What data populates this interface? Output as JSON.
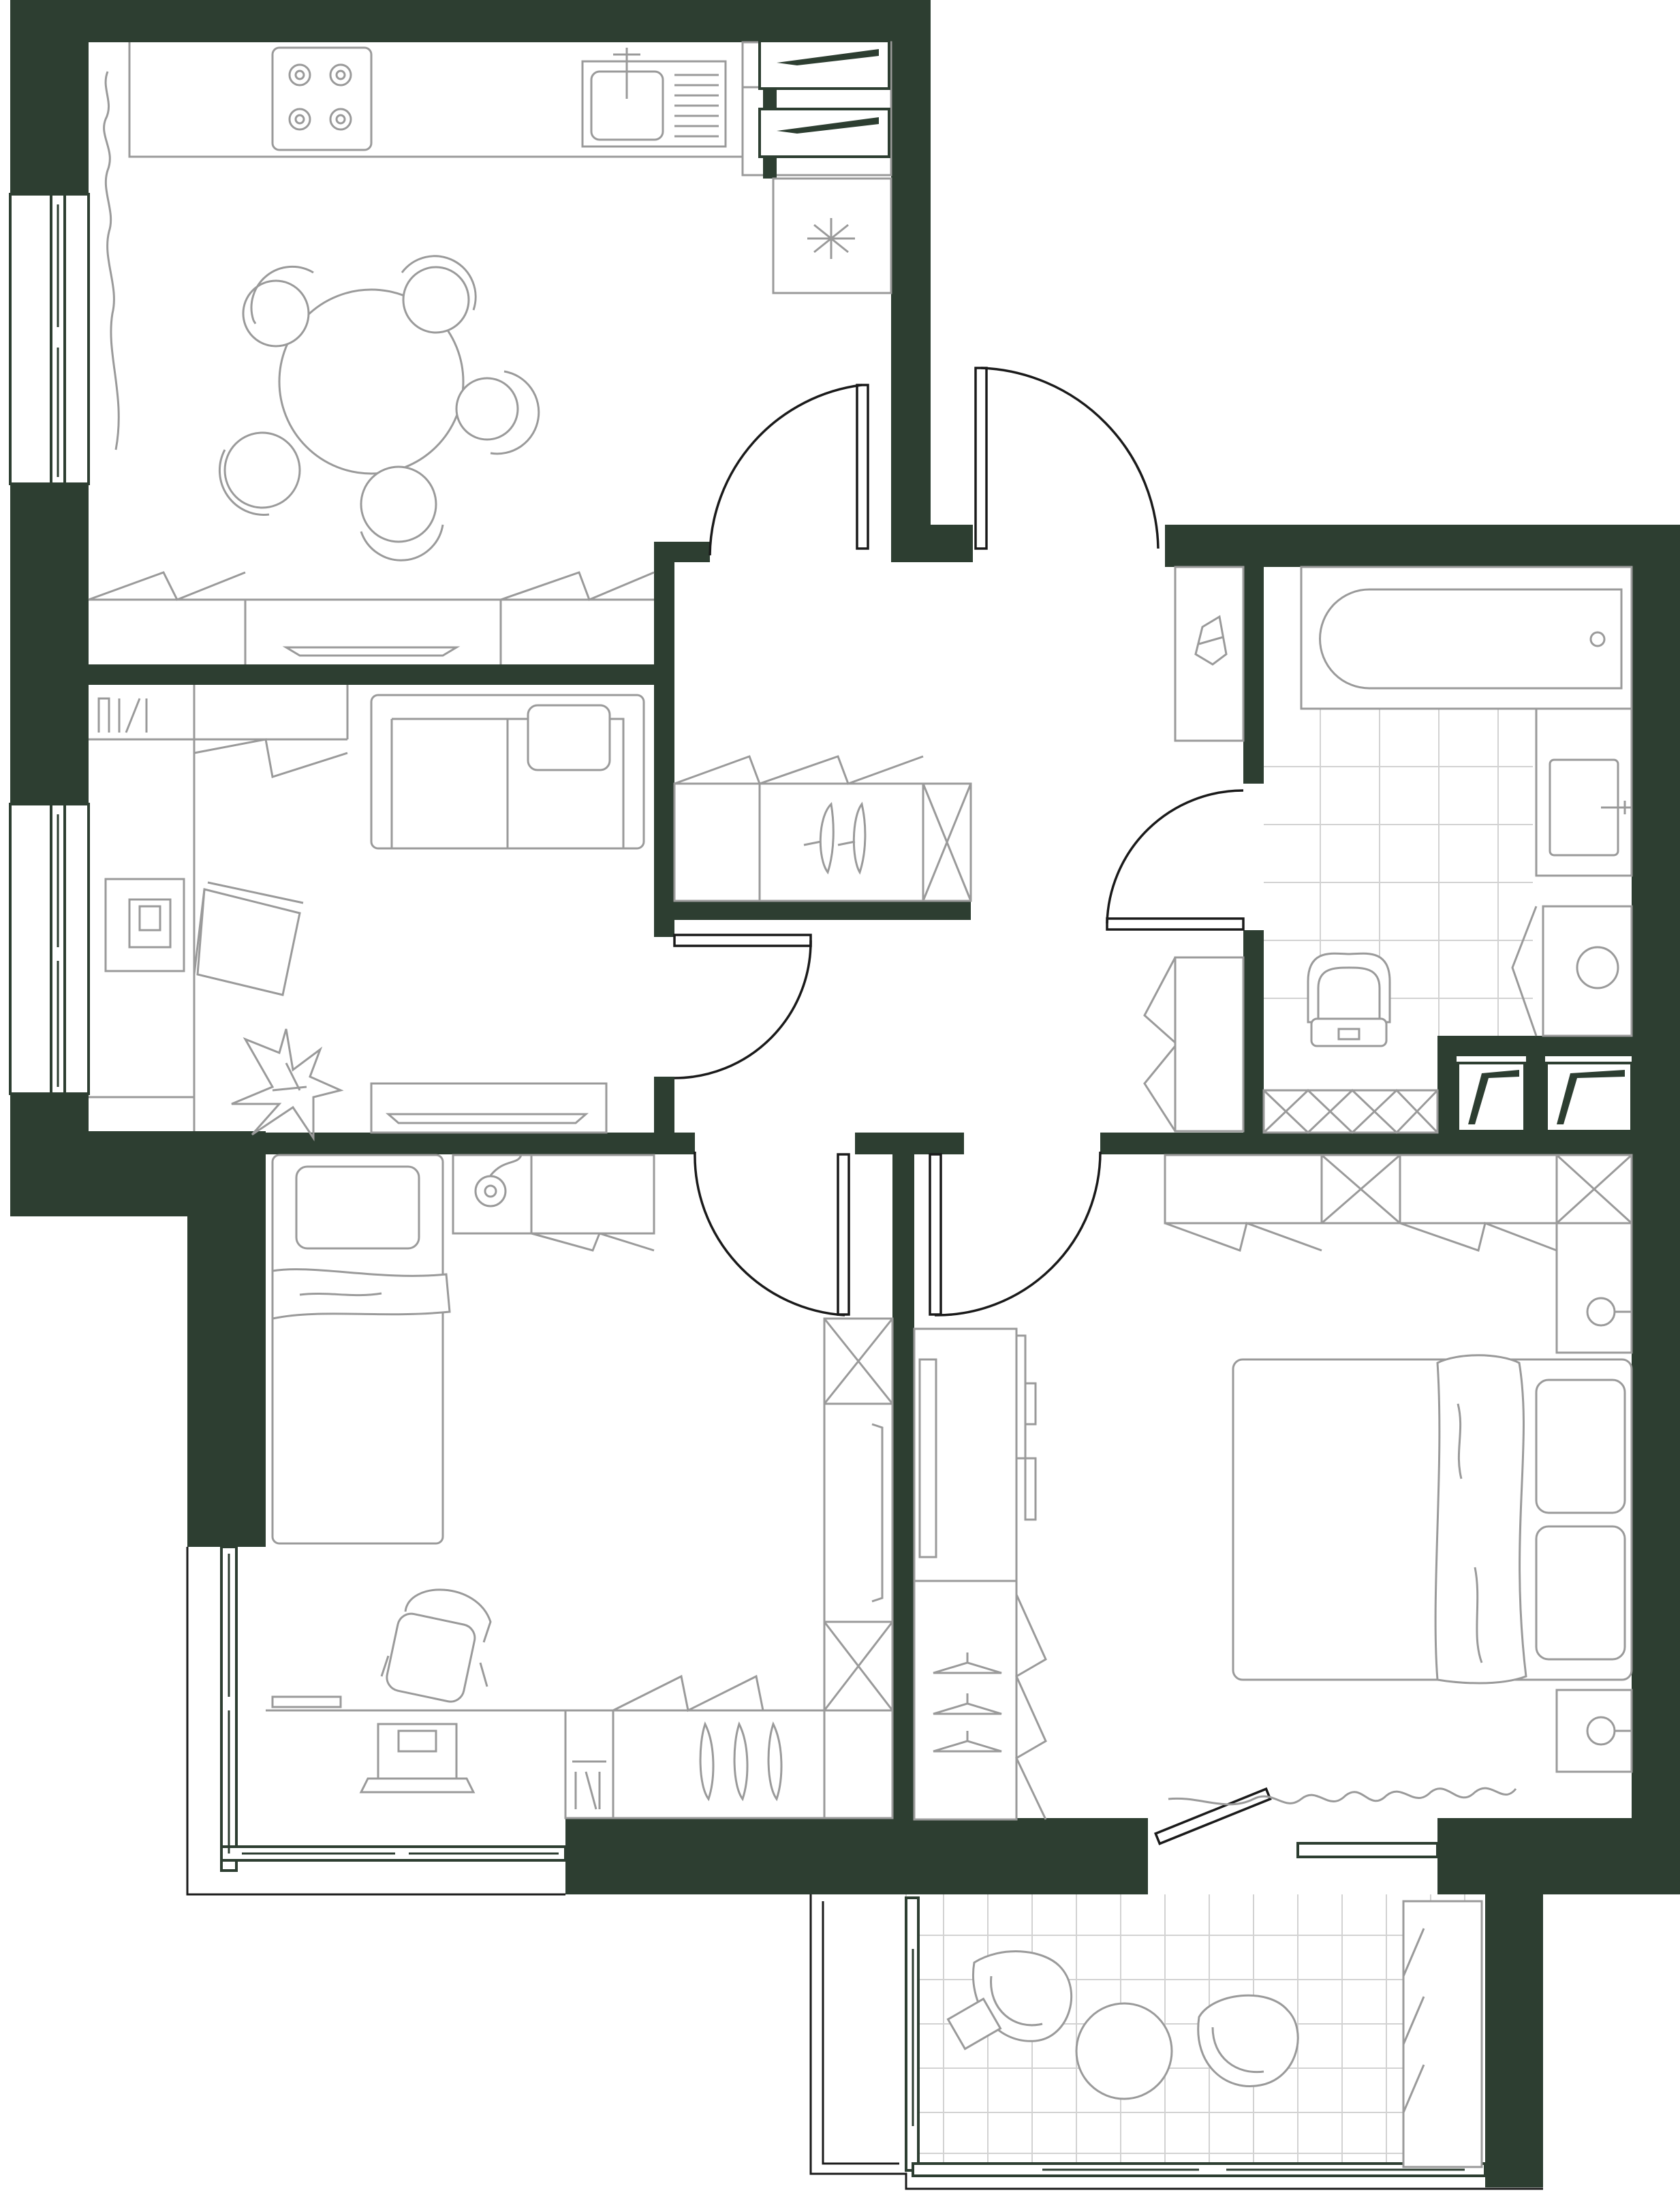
{
  "colors": {
    "wall": "#2d3e31",
    "furniture_line": "#9a9a9a",
    "door_line": "#1a1a1a",
    "tile_line": "#d2d2d2",
    "background": "#ffffff"
  },
  "rooms": [
    {
      "id": "kitchen-dining",
      "icons": [
        "stove-icon",
        "sink-icon",
        "fridge-icon",
        "round-table-icon",
        "chair-icon",
        "curtain-icon",
        "sideboard-icon"
      ]
    },
    {
      "id": "living-room",
      "icons": [
        "sofa-icon",
        "armchair-icon",
        "desk-icon",
        "laptop-icon",
        "bookshelf-icon",
        "plant-icon",
        "tv-stand-icon"
      ]
    },
    {
      "id": "hallway",
      "icons": [
        "wardrobe-icon",
        "hanger-icon",
        "shoe-cabinet-icon"
      ]
    },
    {
      "id": "bathroom",
      "icons": [
        "bathtub-icon",
        "washbasin-icon",
        "toilet-icon",
        "washing-machine-icon"
      ]
    },
    {
      "id": "children-room",
      "icons": [
        "single-bed-icon",
        "desk-chair-icon",
        "laptop-icon",
        "bookshelf-icon",
        "wardrobe-icon",
        "hanger-icon"
      ]
    },
    {
      "id": "bedroom",
      "icons": [
        "double-bed-icon",
        "nightstand-icon",
        "wardrobe-icon",
        "hanger-icon",
        "dresser-icon",
        "curtain-icon"
      ]
    },
    {
      "id": "balcony",
      "icons": [
        "lounge-chair-icon",
        "coffee-table-icon"
      ]
    }
  ]
}
